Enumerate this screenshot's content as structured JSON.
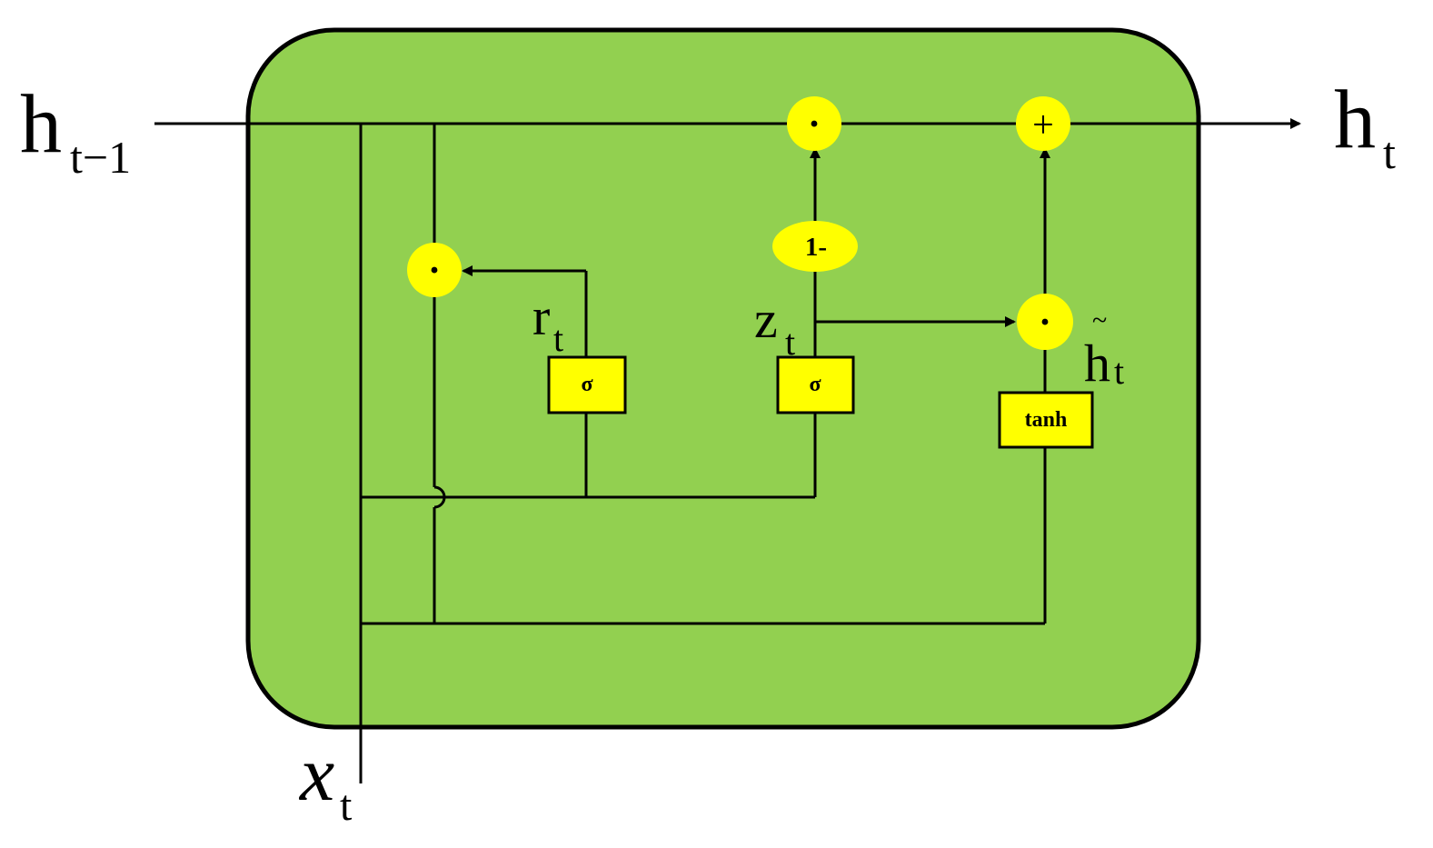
{
  "colors": {
    "cell_fill": "#92d050",
    "node_fill": "#ffff00",
    "line": "#000000",
    "background": "#ffffff"
  },
  "labels": {
    "h_prev": {
      "base": "h",
      "sub": "t−1"
    },
    "h_out": {
      "base": "h",
      "sub": "t"
    },
    "x_in": {
      "base": "x",
      "sub": "t"
    },
    "r": {
      "base": "r",
      "sub": "t"
    },
    "z": {
      "base": "z",
      "sub": "t"
    },
    "h_tilde": {
      "tilde": "~",
      "base": "h",
      "sub": "t"
    }
  },
  "boxes": {
    "reset_gate": "σ",
    "update_gate": "σ",
    "candidate": "tanh"
  },
  "operators": {
    "mul_reset": "·",
    "mul_top": "·",
    "add_top": "+",
    "mul_candidate": "·",
    "one_minus": "1-"
  }
}
